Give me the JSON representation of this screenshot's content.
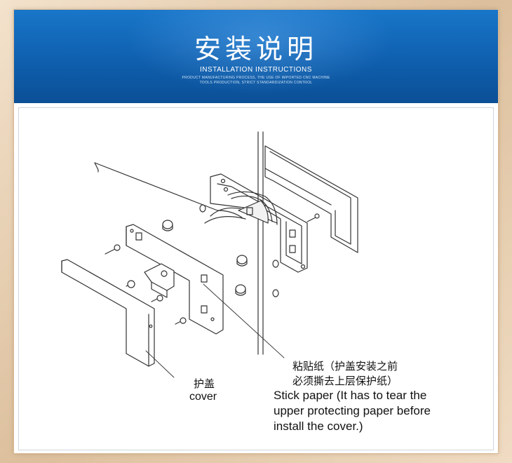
{
  "header": {
    "title_cn": "安装说明",
    "title_en": "INSTALLATION INSTRUCTIONS",
    "subtitle_line1": "PRODUCT MANUFACTURING PROCESS, THE USE OF IMPORTED CNC MACHINE",
    "subtitle_line2": "TOOLS PRODUCTION, STRICT STANDARDIZATION CONTROL"
  },
  "diagram": {
    "cover_label_cn": "护盖",
    "cover_label_en": "cover",
    "note_cn_line1": "粘贴纸（护盖安装之前",
    "note_cn_line2": "必须撕去上层保护纸）",
    "note_en_line1": "Stick paper (It has to tear the",
    "note_en_line2": "upper protecting paper before",
    "note_en_line3": "install the cover.)"
  },
  "colors": {
    "banner_blue": "#0f5fae",
    "frame_tan": "#e9cfb0",
    "line": "#333333"
  }
}
